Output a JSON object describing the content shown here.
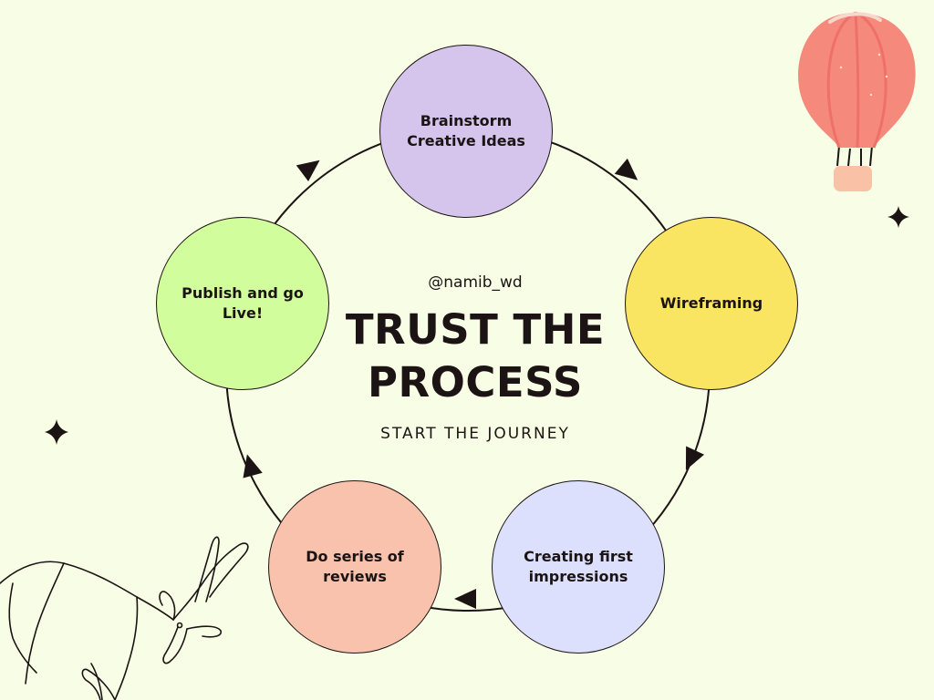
{
  "handle": "@namib_wd",
  "title": "TRUST THE\nPROCESS",
  "subtitle": "START THE JOURNEY",
  "steps": [
    {
      "label": "Brainstorm\nCreative Ideas",
      "color": "#d5c4ec"
    },
    {
      "label": "Wireframing",
      "color": "#fae563"
    },
    {
      "label": "Creating first\nimpressions",
      "color": "#dce0fd"
    },
    {
      "label": "Do series of\nreviews",
      "color": "#f8c2ac"
    },
    {
      "label": "Publish and go\nLive!",
      "color": "#d2fd9d"
    }
  ],
  "colors": {
    "background": "#f8fee5",
    "ink": "#1c1414",
    "balloon": "#f58a7c",
    "balloon_basket": "#f9c1a6"
  },
  "decorations": [
    "hot-air-balloon",
    "sparkle-star",
    "sparkle-star",
    "antelope-line-drawing"
  ]
}
